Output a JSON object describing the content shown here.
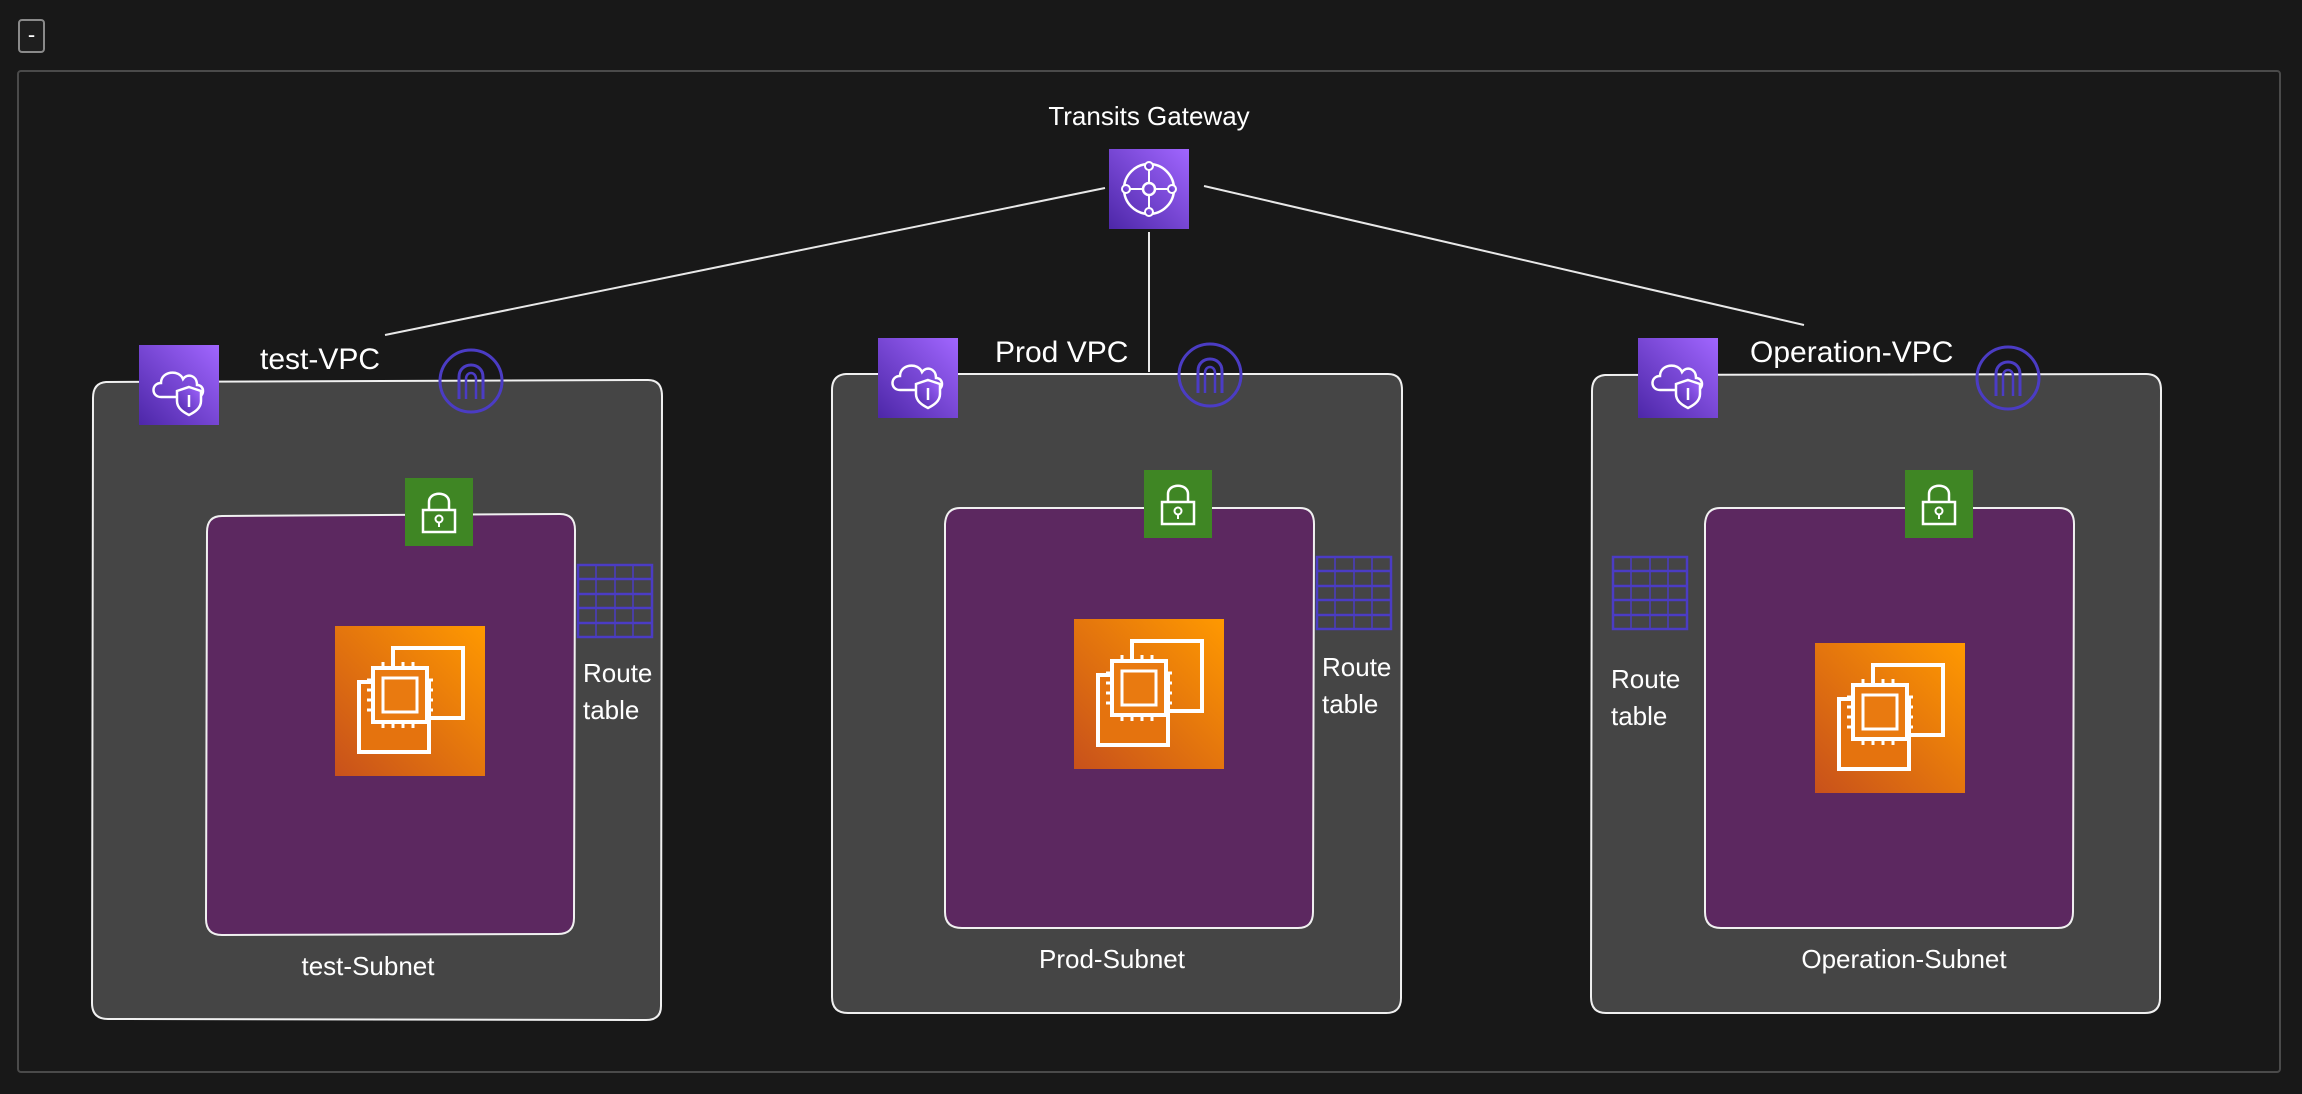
{
  "toolbar": {
    "collapse_label": "-"
  },
  "colors": {
    "background": "#181818",
    "vpc_fill": "#454545",
    "subnet_fill": "#5c2860",
    "gateway_purple": "#7444e0",
    "lock_green": "#3f8624",
    "ec2_orange": "#ed7100",
    "route_table_stroke": "#4b3cc4"
  },
  "diagram": {
    "gateway": {
      "label": "Transits Gateway",
      "icon": "transit-gateway-icon"
    },
    "vpcs": [
      {
        "name": "test-VPC",
        "subnet": "test-Subnet",
        "route_table": [
          "Route",
          "table"
        ]
      },
      {
        "name": "Prod VPC",
        "subnet": "Prod-Subnet",
        "route_table": [
          "Route",
          "table"
        ]
      },
      {
        "name": "Operation-VPC",
        "subnet": "Operation-Subnet",
        "route_table": [
          "Route",
          "table"
        ]
      }
    ]
  }
}
